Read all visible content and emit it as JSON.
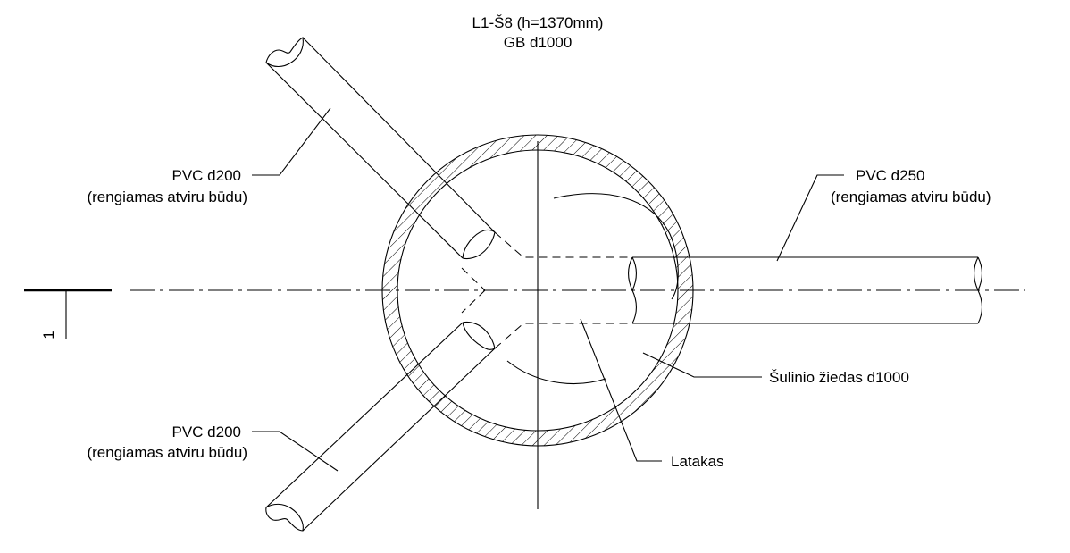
{
  "title": {
    "line1": "L1-Š8 (h=1370mm)",
    "line2": "GB d1000"
  },
  "labels": {
    "pipe_upper_left": {
      "line1": "PVC d200",
      "line2": "(rengiamas atviru būdu)"
    },
    "pipe_lower_left": {
      "line1": "PVC d200",
      "line2": "(rengiamas atviru būdu)"
    },
    "pipe_right": {
      "line1": "PVC d250",
      "line2": "(rengiamas atviru būdu)"
    },
    "manhole_ring": "Šulinio žiedas d1000",
    "channel": "Latakas"
  },
  "section_marker": "1",
  "colors": {
    "ink": "#000000",
    "background": "#ffffff"
  }
}
